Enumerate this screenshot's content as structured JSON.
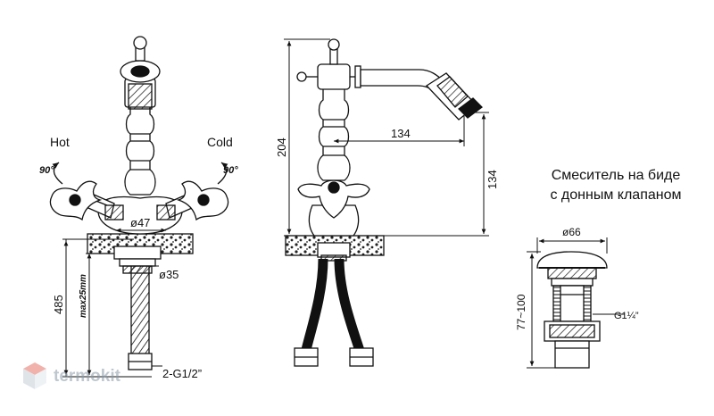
{
  "labels": {
    "hot": "Hot",
    "cold": "Cold",
    "angle_left": "90°",
    "angle_right": "90°",
    "diam_47": "ø47",
    "diam_35": "ø35",
    "h_485": "485",
    "max25": "max25mm",
    "thread": "2-G1/2”",
    "h_204": "204",
    "reach_134": "134",
    "h_134": "134",
    "diam_66": "ø66",
    "range_77_100": "77~100",
    "g114": "G1¼”"
  },
  "title": {
    "line1": "Смеситель на биде",
    "line2": "с донным клапаном"
  },
  "watermark": {
    "text": "termokit",
    "colors": {
      "top": "#e8756a",
      "side": "#c5cfd8"
    }
  }
}
